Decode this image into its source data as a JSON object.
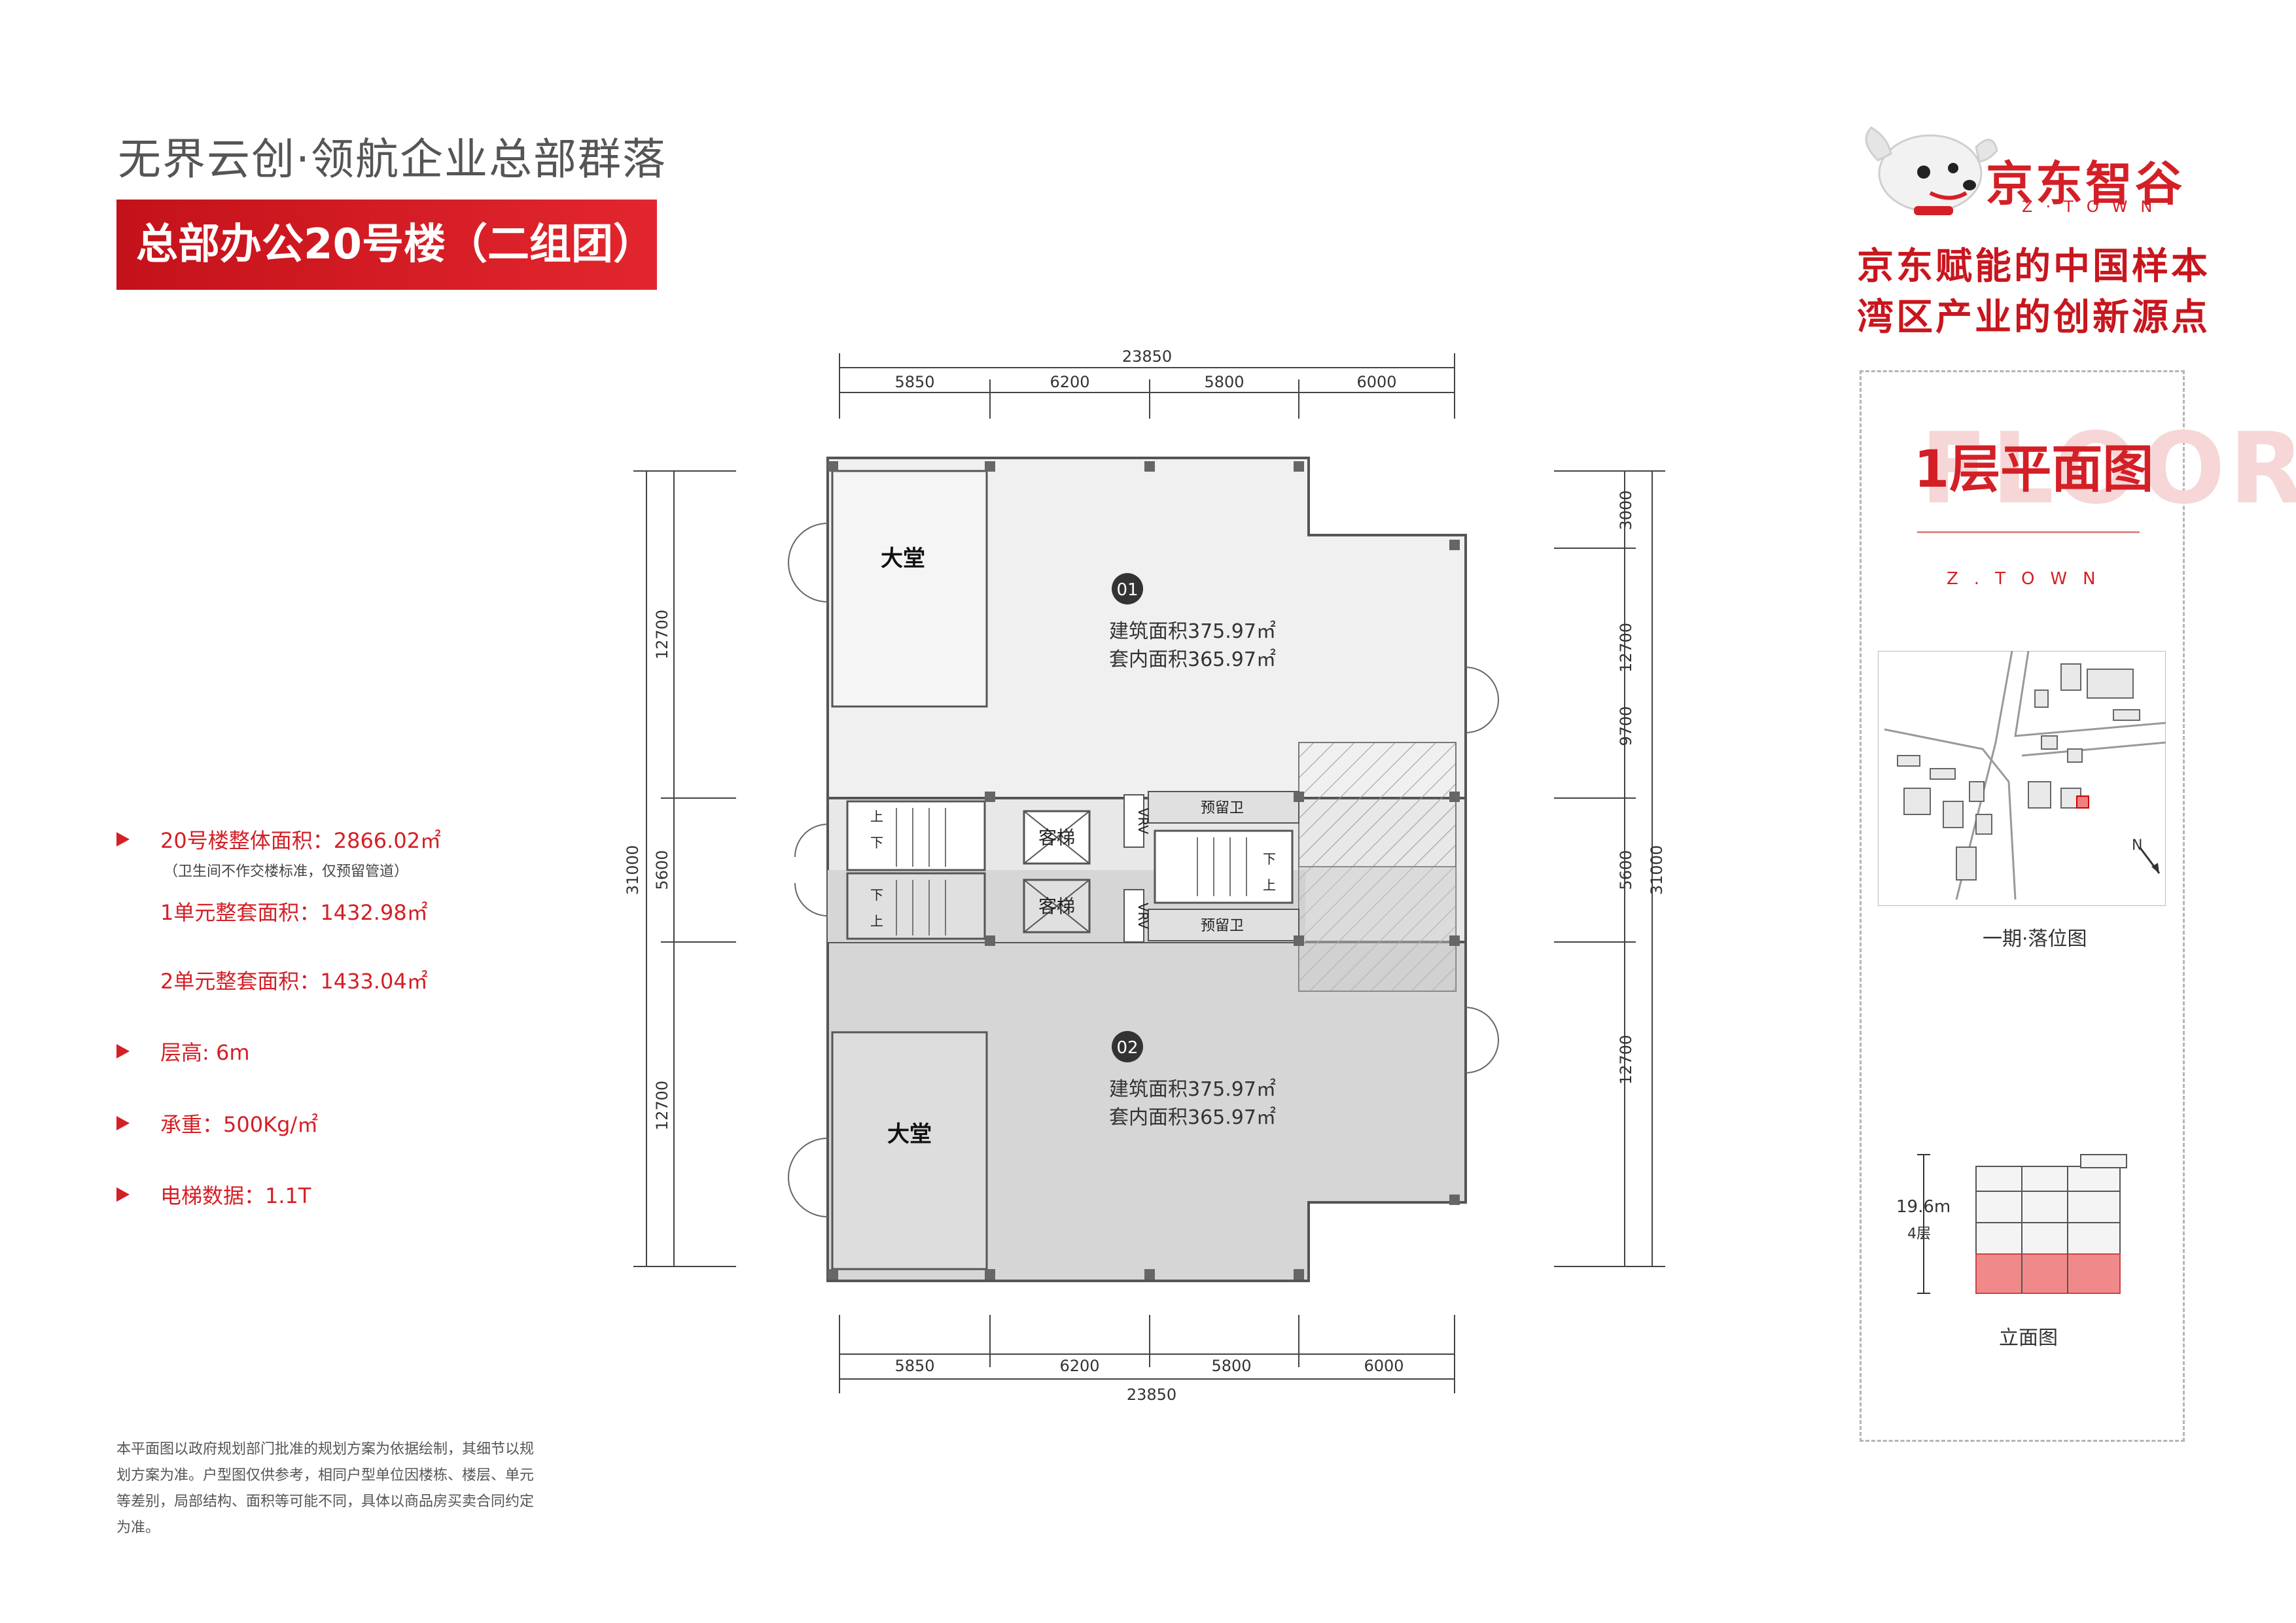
{
  "header": {
    "headline": "无界云创·领航企业总部群落",
    "banner": "总部办公20号楼（二组团）"
  },
  "brand": {
    "name": "京东智谷",
    "sub": "Z·TOWN",
    "slogan_1": "京东赋能的中国样本",
    "slogan_2": "湾区产业的创新源点",
    "accent_color": "#d41f26"
  },
  "specs": {
    "total_area": "20号楼整体面积：2866.02㎡",
    "total_note": "（卫生间不作交楼标准，仅预留管道）",
    "unit1_area": "1单元整套面积：1432.98㎡",
    "unit2_area": "2单元整套面积：1433.04㎡",
    "floor_height": "层高: 6m",
    "load": "承重：500Kg/㎡",
    "elevator": "电梯数据：1.1T"
  },
  "panel": {
    "floor_watermark": "FLOOR",
    "floor_title": "1层平面图",
    "floor_sub": "Z.TOWN",
    "site_plan_caption": "一期·落位图",
    "elevation_caption": "立面图",
    "elevation_height": "19.6m",
    "elevation_floors": "4层",
    "north": "N"
  },
  "plan": {
    "dims_top": {
      "total": "23850",
      "segments": [
        "5850",
        "6200",
        "5800",
        "6000"
      ]
    },
    "dims_bottom": {
      "total": "23850",
      "segments": [
        "5850",
        "6200",
        "5800",
        "6000"
      ]
    },
    "dims_left": {
      "total": "31000",
      "segments": [
        "12700",
        "5600",
        "12700"
      ]
    },
    "dims_right": {
      "total": "31000",
      "segments": [
        "3000",
        "12700",
        "9700",
        "5600",
        "12700"
      ]
    },
    "unit1": {
      "badge": "01",
      "lobby": "大堂",
      "gross": "建筑面积375.97㎡",
      "net": "套内面积365.97㎡"
    },
    "unit2": {
      "badge": "02",
      "lobby": "大堂",
      "gross": "建筑面积375.97㎡",
      "net": "套内面积365.97㎡"
    },
    "core": {
      "elevator_1": "客梯",
      "elevator_2": "客梯",
      "vrv_1": "VRV",
      "vrv_2": "VRV",
      "reserved_wc_1": "预留卫",
      "reserved_wc_2": "预留卫",
      "up": "上",
      "down": "下"
    }
  },
  "disclaimer": "本平面图以政府规划部门批准的规划方案为依据绘制，其细节以规划方案为准。户型图仅供参考，相同户型单位因楼栋、楼层、单元等差别，局部结构、面积等可能不同，具体以商品房买卖合同约定为准。"
}
